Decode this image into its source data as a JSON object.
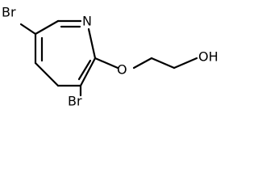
{
  "molecule": {
    "atoms": {
      "br_top": "Br",
      "n": "N",
      "o_ether": "O",
      "oh": "OH",
      "br_bottom": "Br"
    }
  }
}
